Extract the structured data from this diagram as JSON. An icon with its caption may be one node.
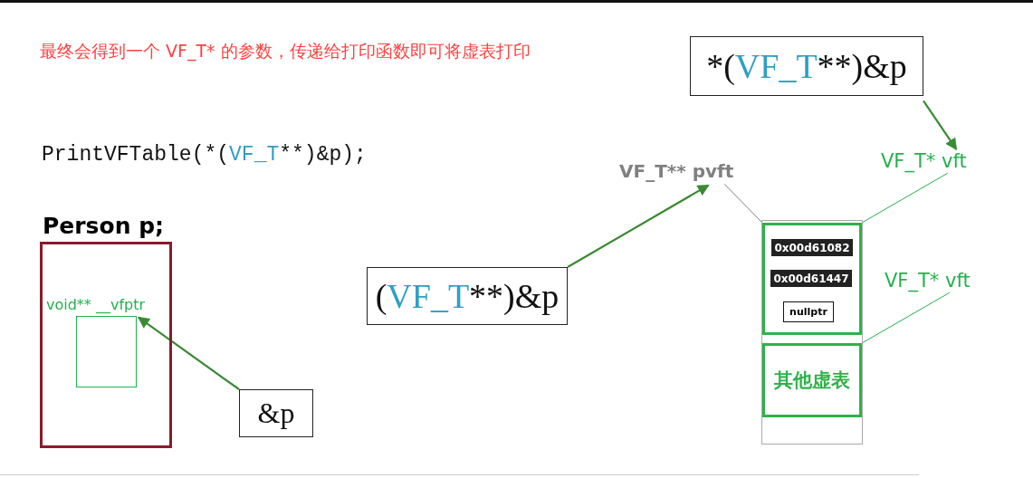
{
  "diagram": {
    "nodes": [
      {
        "text": [
          "Person p;"
        ]
      },
      {
        "text": [
          "void** __vfptr"
        ],
        "in": 0
      },
      {
        "text": [
          "&p"
        ]
      },
      {
        "text": [
          "(VF_T**)&p"
        ]
      },
      {
        "text": [
          "VF_T** pvft"
        ]
      },
      {
        "text": [],
        "shape": "box"
      },
      {
        "text": [],
        "shape": "box",
        "in": 5
      },
      {
        "text": [
          "0x00d61082"
        ],
        "in": 6
      },
      {
        "text": [
          "0x00d61447"
        ],
        "in": 6
      },
      {
        "text": [
          "nullptr"
        ],
        "in": 6
      },
      {
        "text": [
          "其他虚表"
        ],
        "in": 5
      },
      {
        "text": [
          "*(VF_T**)&p"
        ]
      },
      {
        "text": [
          "VF_T* vft"
        ]
      },
      {
        "text": [
          "VF_T* vft"
        ]
      }
    ],
    "edges": [
      {
        "from": 2,
        "to": 1,
        "arrow": "to"
      },
      {
        "from": 3,
        "to": 4,
        "arrow": "to"
      },
      {
        "from": 4,
        "to": 6,
        "arrow": "none",
        "color": "#808080"
      },
      {
        "from": 11,
        "to": 12,
        "arrow": "to"
      },
      {
        "from": 12,
        "to": 6,
        "arrow": "none",
        "color": "#22b14c"
      },
      {
        "from": 13,
        "to": 10,
        "arrow": "none",
        "color": "#22b14c"
      }
    ],
    "labels": [
      "最终会得到一个 VF_T* 的参数，传递给打印函数即可将虚表打印",
      "PrintVFTable(*(VF_T**)&p);"
    ]
  }
}
